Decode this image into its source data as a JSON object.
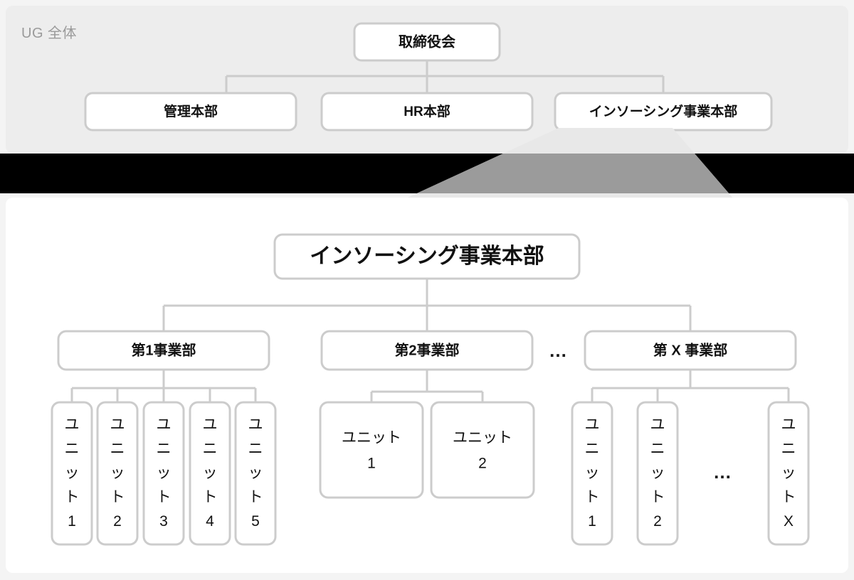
{
  "overview": {
    "label": "UG 全体",
    "root": {
      "text": "取締役会"
    },
    "branches": [
      {
        "text": "管理本部"
      },
      {
        "text": "HR本部"
      },
      {
        "text": "インソーシング事業本部",
        "highlighted": true
      }
    ]
  },
  "detail": {
    "head": {
      "text": "インソーシング事業本部"
    },
    "divisions": [
      {
        "text": "第1事業部",
        "units": [
          {
            "text": "ユニット1",
            "orientation": "vertical"
          },
          {
            "text": "ユニット2",
            "orientation": "vertical"
          },
          {
            "text": "ユニット3",
            "orientation": "vertical"
          },
          {
            "text": "ユニット4",
            "orientation": "vertical"
          },
          {
            "text": "ユニット5",
            "orientation": "vertical"
          }
        ]
      },
      {
        "text": "第2事業部",
        "units": [
          {
            "text": "ユニット",
            "sub": "1",
            "orientation": "horizontal"
          },
          {
            "text": "ユニット",
            "sub": "2",
            "orientation": "horizontal"
          }
        ]
      },
      {
        "text": "第 X 事業部",
        "units": [
          {
            "text": "ユニット1",
            "orientation": "vertical"
          },
          {
            "text": "ユニット2",
            "orientation": "vertical"
          },
          {
            "text": "…",
            "ellipsis": true
          },
          {
            "text": "ユニットX",
            "orientation": "vertical"
          }
        ]
      }
    ],
    "division_ellipsis": "…"
  },
  "colors": {
    "page_background": "#f4f4f4",
    "overview_panel": "#ededed",
    "detail_panel": "#ffffff",
    "band": "#000000",
    "node_border": "#cccccc",
    "node_fill": "#ffffff",
    "label_text": "#9a9a9a",
    "node_text": "#111111",
    "cone_light": "#e8e8e8",
    "cone_over_band": "#9b9b9b"
  },
  "labels": {
    "unit_glyphs": [
      "ユ",
      "ニ",
      "ッ",
      "ト"
    ]
  }
}
